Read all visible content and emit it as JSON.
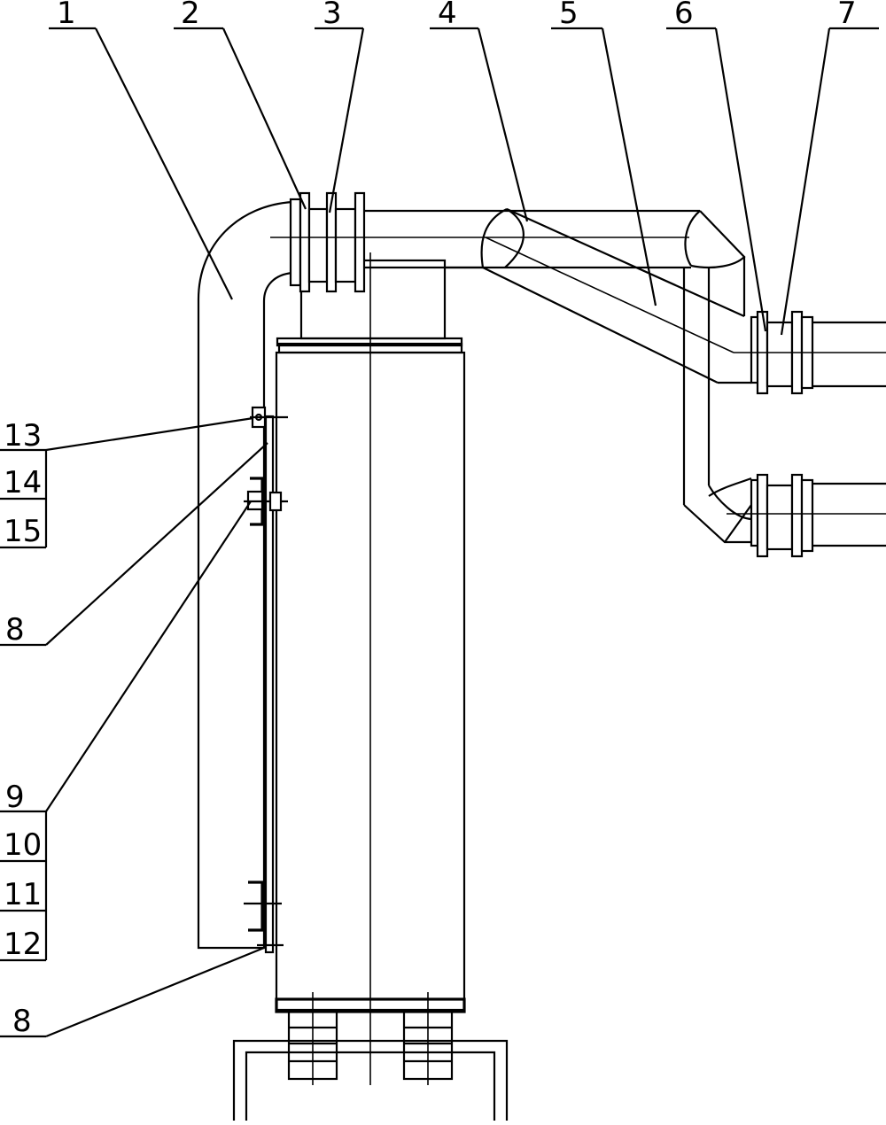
{
  "callouts": {
    "top": [
      "1",
      "2",
      "3",
      "4",
      "5",
      "6",
      "7"
    ],
    "left_group_a": [
      "13",
      "14",
      "15"
    ],
    "left_8_upper": "8",
    "left_group_b": [
      "9",
      "10",
      "11",
      "12"
    ],
    "left_8_lower": "8"
  }
}
